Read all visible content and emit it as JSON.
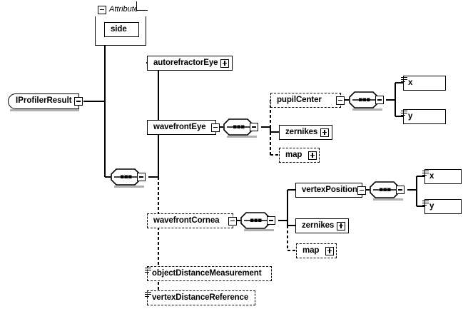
{
  "diagram": {
    "type": "xml-schema-tree",
    "root": {
      "label": "IProfilerResult",
      "expander": "minus"
    },
    "attribute_group": {
      "title": "Attribute",
      "expander": "minus",
      "items": [
        {
          "label": "side"
        }
      ]
    },
    "nodes": {
      "autorefractorEye": {
        "label": "autorefractorEye",
        "expander": "plus",
        "optional": false
      },
      "wavefrontEye": {
        "label": "wavefrontEye",
        "expander": "minus",
        "optional": false
      },
      "pupilCenter": {
        "label": "pupilCenter",
        "expander": "minus",
        "optional": true
      },
      "zernikes_eye": {
        "label": "zernikes",
        "expander": "plus",
        "optional": false
      },
      "map_eye": {
        "label": "map",
        "expander": "plus",
        "optional": true
      },
      "x_eye": {
        "label": "x",
        "simple_type": true
      },
      "y_eye": {
        "label": "y",
        "simple_type": true
      },
      "wavefrontCornea": {
        "label": "wavefrontCornea",
        "expander": "minus",
        "optional": true
      },
      "vertexPosition": {
        "label": "vertexPosition",
        "expander": "minus",
        "optional": false
      },
      "zernikes_cornea": {
        "label": "zernikes",
        "expander": "plus",
        "optional": false
      },
      "map_cornea": {
        "label": "map",
        "expander": "plus",
        "optional": true
      },
      "x_cornea": {
        "label": "x",
        "simple_type": true
      },
      "y_cornea": {
        "label": "y",
        "simple_type": true
      },
      "objectDistanceMeasurement": {
        "label": "objectDistanceMeasurement",
        "simple_type": true,
        "optional": true
      },
      "vertexDistanceReference": {
        "label": "vertexDistanceReference",
        "simple_type": true,
        "optional": true
      }
    },
    "colors": {
      "line": "#000000",
      "shadow": "#b0b0b0",
      "background": "#ffffff",
      "text": "#000000"
    }
  }
}
